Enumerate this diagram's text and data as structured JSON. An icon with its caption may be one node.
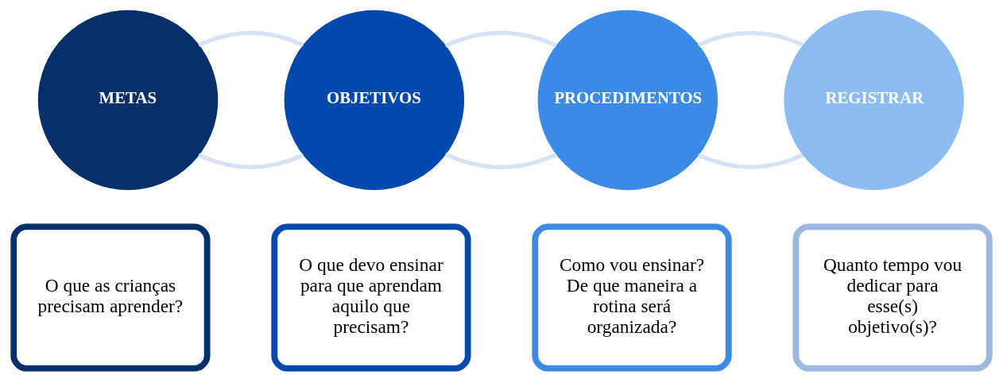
{
  "diagram": {
    "nodes": [
      {
        "text": [
          "METAS"
        ]
      },
      {
        "text": [
          "OBJETIVOS"
        ]
      },
      {
        "text": [
          "PROCEDIMENTOS"
        ]
      },
      {
        "text": [
          "REGISTRAR"
        ]
      },
      {
        "text": [
          "O que as crianças precisam aprender?"
        ]
      },
      {
        "text": [
          "O que devo ensinar para que aprendam aquilo que precisam?"
        ]
      },
      {
        "text": [
          "Como vou ensinar? De que maneira a rotina será organizada?"
        ]
      },
      {
        "text": [
          "Quanto tempo vou dedicar para esse(s) objetivo(s)?"
        ]
      }
    ],
    "edges": [
      {
        "from": 0,
        "to": 1,
        "arrow": "none"
      },
      {
        "from": 0,
        "to": 1,
        "arrow": "none"
      },
      {
        "from": 1,
        "to": 2,
        "arrow": "none"
      },
      {
        "from": 1,
        "to": 2,
        "arrow": "none"
      },
      {
        "from": 2,
        "to": 3,
        "arrow": "none"
      },
      {
        "from": 2,
        "to": 3,
        "arrow": "none"
      }
    ]
  }
}
